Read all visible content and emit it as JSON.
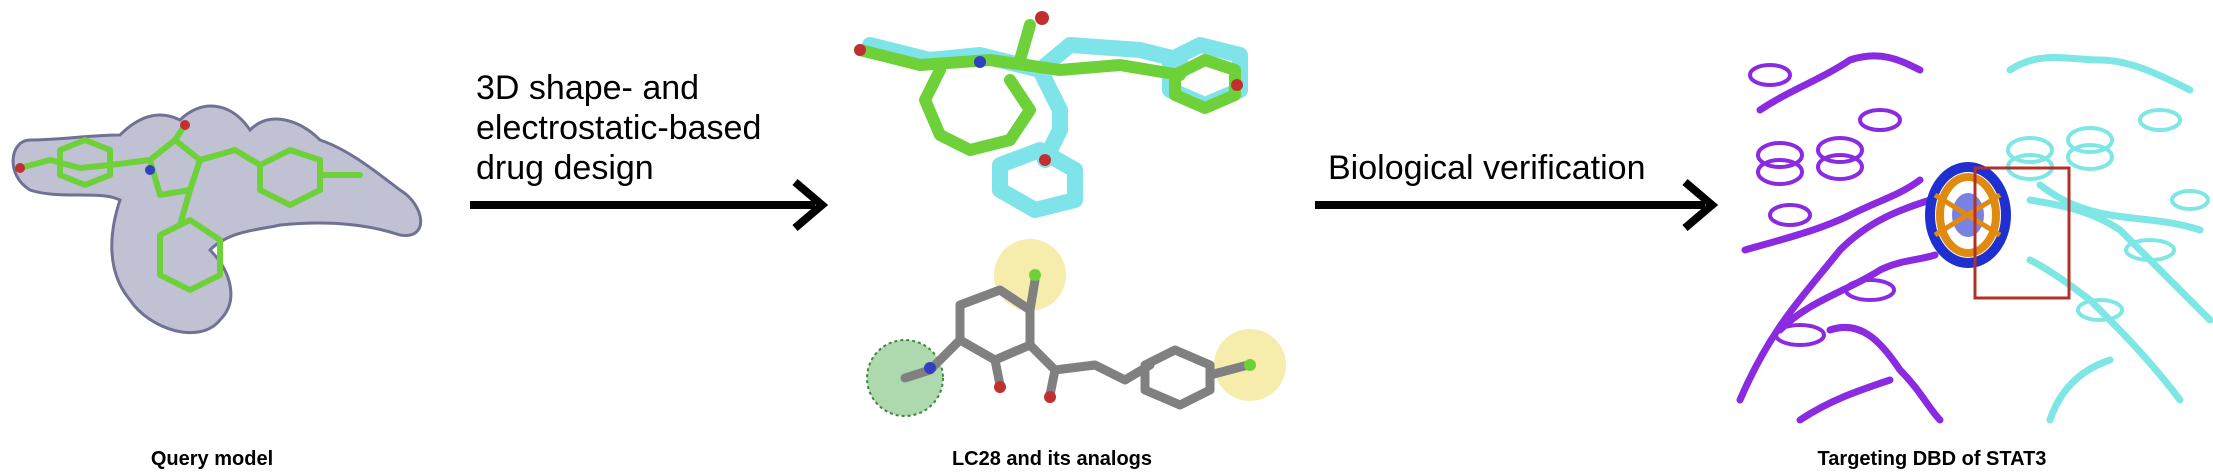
{
  "panels": {
    "query": {
      "caption": "Query model"
    },
    "analogs": {
      "caption": "LC28 and its analogs"
    },
    "target": {
      "caption": "Targeting DBD of STAT3"
    }
  },
  "arrows": {
    "design": {
      "lines": [
        "3D shape- and",
        "electrostatic-based",
        "drug design"
      ]
    },
    "verification": {
      "label": "Biological verification"
    }
  },
  "colors": {
    "ligand_green": "#6fd13a",
    "ligand_cyan": "#7fe3ea",
    "surface": "#8c8fb0",
    "protein_purple": "#8a2be2",
    "protein_cyan": "#7fe6e6",
    "dna_orange": "#e08a10",
    "dna_blue": "#1f2fd0",
    "highlight_box": "#b0302a",
    "arrow": "#000000"
  }
}
